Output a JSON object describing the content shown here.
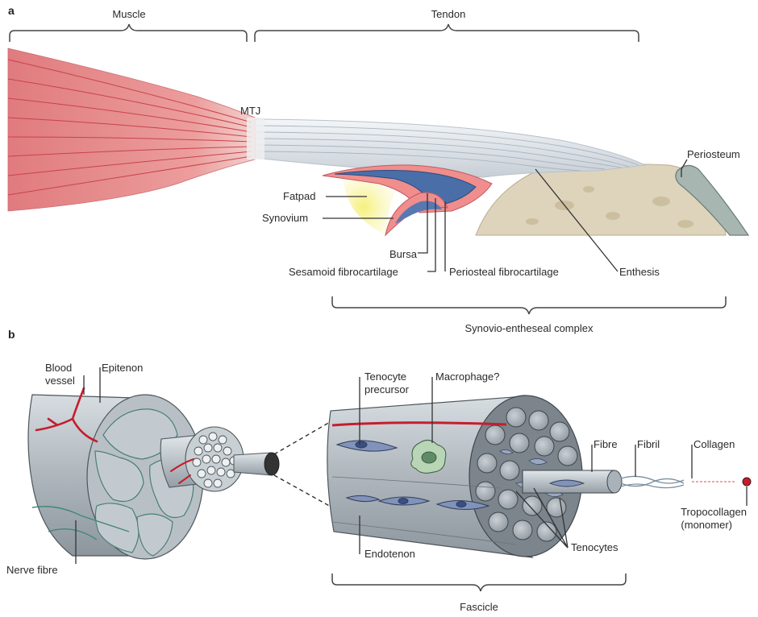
{
  "panel_a": {
    "panel_letter": "a",
    "muscle": "Muscle",
    "tendon": "Tendon",
    "mtj": "MTJ",
    "periosteum": "Periosteum",
    "fatpad": "Fatpad",
    "synovium": "Synovium",
    "bursa": "Bursa",
    "sesamoid_fibrocartilage": "Sesamoid fibrocartilage",
    "periosteal_fibrocartilage": "Periosteal fibrocartilage",
    "enthesis": "Enthesis",
    "synovio_entheseal_complex": "Synovio-entheseal complex"
  },
  "panel_b": {
    "panel_letter": "b",
    "blood_vessel_1": "Blood",
    "blood_vessel_2": "vessel",
    "epitenon": "Epitenon",
    "nerve_fibre": "Nerve fibre",
    "tenocyte_precursor_1": "Tenocyte",
    "tenocyte_precursor_2": "precursor",
    "macrophage": "Macrophage?",
    "fibre": "Fibre",
    "fibril": "Fibril",
    "collagen": "Collagen",
    "tropocollagen_1": "Tropocollagen",
    "tropocollagen_2": "(monomer)",
    "endotenon": "Endotenon",
    "tenocytes": "Tenocytes",
    "fascicle": "Fascicle"
  },
  "colors": {
    "muscle": "#e8898a",
    "muscle_fibre_line": "#c9434b",
    "tendon": "#e2e6ea",
    "bone": "#ddd2b8",
    "bursa_blue": "#4a6fa8",
    "fibrocartilage_pink": "#ef8e8c",
    "fatpad_yellow": "#f4ee8a",
    "vessel_red": "#c41e2e",
    "nerve_green": "#3f8a78",
    "cylinder_grey": "#b4bcc2"
  }
}
